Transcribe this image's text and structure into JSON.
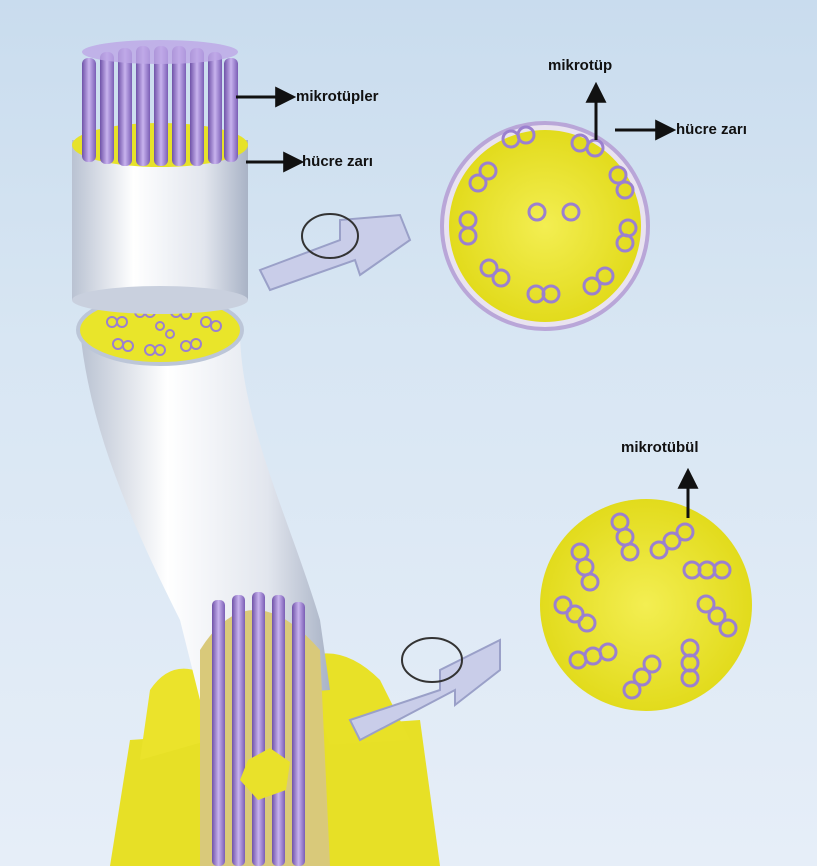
{
  "labels": {
    "microtubules_top": "mikrotüpler",
    "membrane_top": "hücre zarı",
    "microtubule_cross": "mikrotüp",
    "membrane_cross": "hücre zarı",
    "microtubule_basal": "mikrotübül"
  },
  "colors": {
    "background": "#d3e3f1",
    "yellow": "#e9e42a",
    "membrane_white": "#eef0f3",
    "tubule_purple": "#8e6fc4",
    "arrow": "#111111"
  }
}
